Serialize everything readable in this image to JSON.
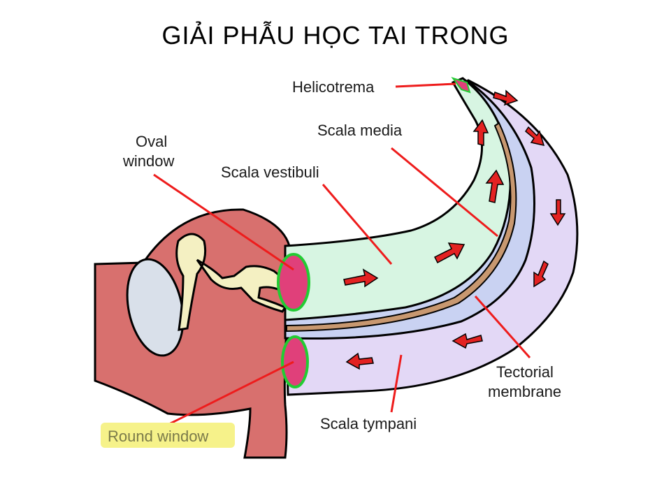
{
  "title": "GIẢI PHẪU HỌC TAI TRONG",
  "labels": {
    "helicotrema": "Helicotrema",
    "scala_media": "Scala media",
    "oval_window_1": "Oval",
    "oval_window_2": "window",
    "scala_vestibuli": "Scala vestibuli",
    "tectorial_1": "Tectorial",
    "tectorial_2": "membrane",
    "scala_tympani": "Scala tympani",
    "round_window": "Round window"
  },
  "colors": {
    "middle_ear": "#d8706e",
    "ossicles": "#f4f0c2",
    "eardrum": "#d9e0ea",
    "scala_vestibuli": "#d7f5e2",
    "scala_media": "#c9d2f2",
    "scala_tympani": "#e3d8f6",
    "tectorial_membrane": "#c89870",
    "windows": "#e0407a",
    "window_edge": "#22cc33",
    "arrows": "#e32222",
    "leader_lines": "#ee1c1c",
    "round_window_highlight": "#f6f28a"
  }
}
